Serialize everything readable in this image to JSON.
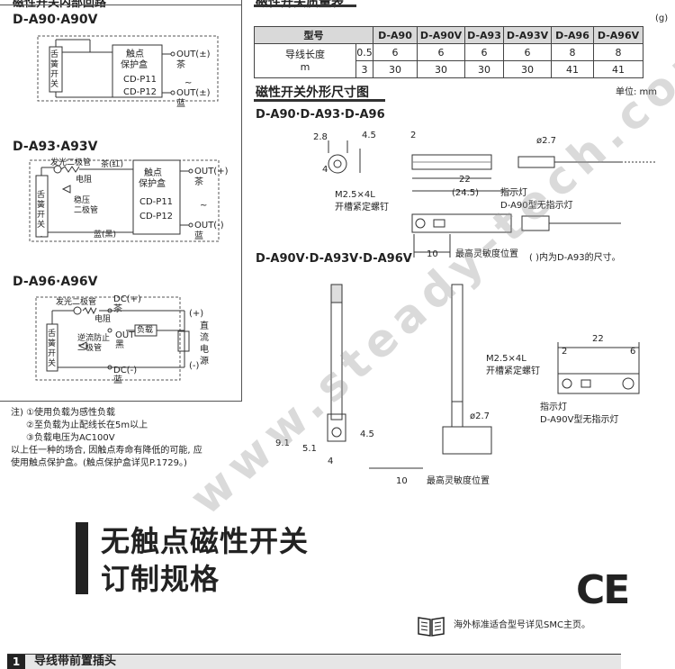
{
  "left": {
    "top_header": "磁性开关内部回路",
    "sec1": {
      "title": "D-A90·A90V",
      "switch": "舌簧开关",
      "box": [
        "触点",
        "保护盒"
      ],
      "cd1": "CD-P11",
      "tilde": "~",
      "cd2": "CD-P12",
      "out_plus": "OUT(±)",
      "brown": "茶",
      "out_minus": "OUT(±)",
      "blue": "蓝"
    },
    "sec2": {
      "title": "D-A93·A93V",
      "led": "发光二极管",
      "resistor": "电阻",
      "zener": [
        "稳压",
        "二极管"
      ],
      "switch": "舌簧开关",
      "brown_red": "茶(红)",
      "blue_black": "蓝(黑)",
      "box": [
        "触点",
        "保护盒"
      ],
      "cd1": "CD-P11",
      "tilde": "~",
      "cd2": "CD-P12",
      "out_plus": "OUT(+)",
      "brown": "茶",
      "out_minus": "OUT(-)",
      "blue": "蓝"
    },
    "sec3": {
      "title": "D-A96·A96V",
      "led": "发光二极管",
      "resistor": "电阻",
      "reverse": [
        "逆流防止",
        "二极管"
      ],
      "switch": "舌簧开关",
      "load": "负载",
      "dc_plus": "DC(+)",
      "brown": "茶",
      "out": "OUT",
      "black": "黑",
      "dc_minus": "DC(-)",
      "blue": "蓝",
      "plus": "(+)",
      "power": "直流电源",
      "minus": "(-)"
    },
    "notes": [
      "注) ①使用负载为感性负载",
      "②至负载为止配线长在5m以上",
      "③负载电压为AC100V",
      "以上任一种的场合, 因触点寿命有降低的可能, 应",
      "使用触点保护盒。(触点保护盒详见P.1729。)"
    ]
  },
  "mass": {
    "title": "磁性开关质量表",
    "unit": "(g)",
    "headers": [
      "型号",
      "D-A90",
      "D-A90V",
      "D-A93",
      "D-A93V",
      "D-A96",
      "D-A96V"
    ],
    "row_label": [
      "导线长度",
      "m"
    ],
    "rows": [
      {
        "len": "0.5",
        "vals": [
          "6",
          "6",
          "6",
          "6",
          "8",
          "8"
        ]
      },
      {
        "len": "3",
        "vals": [
          "30",
          "30",
          "30",
          "30",
          "41",
          "41"
        ]
      }
    ]
  },
  "dims": {
    "title": "磁性开关外形尺寸图",
    "unit": "单位: mm",
    "sub1": "D-A90·D-A93·D-A96",
    "sub2": "D-A90V·D-A93V·D-A96V",
    "d_28": "2.8",
    "d_45": "4.5",
    "d_4": "4",
    "d_2": "2",
    "d_phi27": "ø2.7",
    "d_22": "22",
    "d_245": "(24.5)",
    "screw": "M2.5×4L",
    "screw_desc": "开槽紧定螺钉",
    "indicator": "指示灯",
    "no_indicator_1": "D-A90型无指示灯",
    "d_10": "10",
    "sensitive": "最高灵敏度位置",
    "paren_note": "(    )内为D-A93的尺寸。",
    "v_d_22": "22",
    "v_d_2": "2",
    "v_d_6": "6",
    "v_screw": "M2.5×4L",
    "v_screw_desc": "开槽紧定螺钉",
    "v_indicator": "指示灯",
    "v_no_indicator": "D-A90V型无指示灯",
    "v_phi27": "ø2.7",
    "v_91": "9.1",
    "v_51": "5.1",
    "v_45": "4.5",
    "v_4": "4",
    "v_10": "10",
    "v_sensitive": "最高灵敏度位置"
  },
  "bottom": {
    "title_line1": "无触点磁性开关",
    "title_line2": "订制规格",
    "ce": "CE",
    "overseas": "海外标准适合型号详见SMC主页。",
    "section_num": "1",
    "section_text": "导线带前置插头"
  },
  "watermark": "www.steady-tech.com"
}
